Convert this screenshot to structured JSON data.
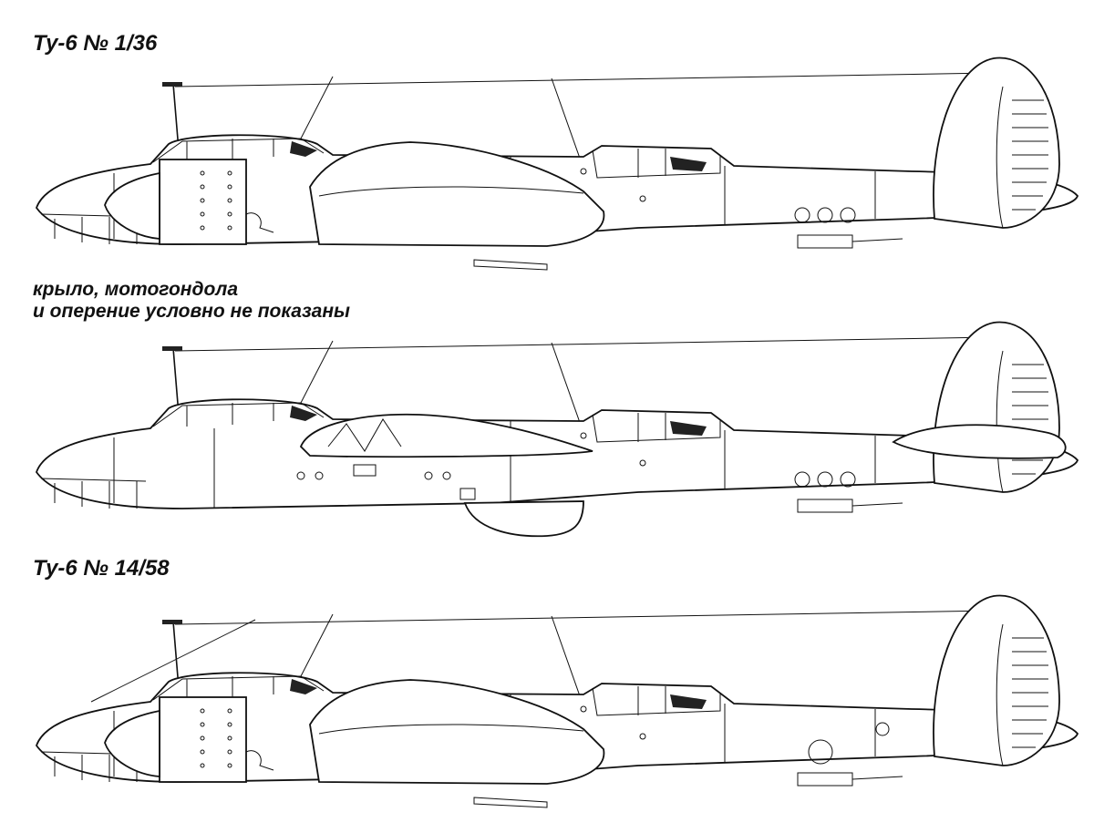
{
  "variants": [
    {
      "title": "Ту-6 № 1/36"
    },
    {
      "caption_line1": "крыло, мотогондола",
      "caption_line2": "и оперение условно не показаны"
    },
    {
      "title": "Ту-6 № 14/58"
    }
  ]
}
